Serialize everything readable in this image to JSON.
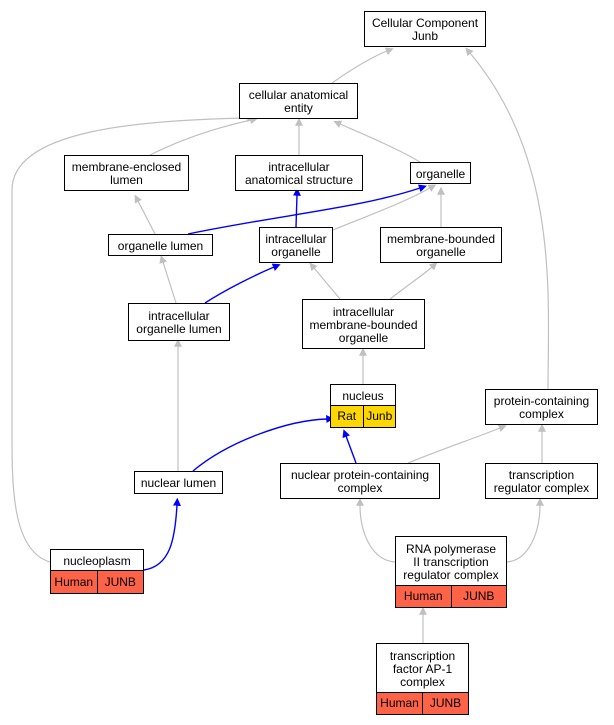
{
  "colors": {
    "edge_gray": "#c0c0c0",
    "edge_blue": "#0000ff",
    "rat_fill": "#ffd700",
    "human_fill": "#ff6347",
    "node_border": "#000000",
    "node_fill": "#ffffff"
  },
  "nodes": {
    "cc_junb": {
      "label": "Cellular Component\nJunb"
    },
    "cae": {
      "label": "cellular anatomical\nentity"
    },
    "mel": {
      "label": "membrane-enclosed\nlumen"
    },
    "ias": {
      "label": "intracellular\nanatomical structure"
    },
    "organelle": {
      "label": "organelle"
    },
    "org_lumen": {
      "label": "organelle lumen"
    },
    "ic_org": {
      "label": "intracellular\norganelle"
    },
    "mbo": {
      "label": "membrane-bounded\norganelle"
    },
    "ic_org_lumen": {
      "label": "intracellular\norganelle lumen"
    },
    "ic_mbo": {
      "label": "intracellular\nmembrane-bounded\norganelle"
    },
    "nucleus": {
      "label": "nucleus",
      "cells": [
        "Rat",
        "Junb"
      ]
    },
    "pcc": {
      "label": "protein-containing\ncomplex"
    },
    "nuc_lumen": {
      "label": "nuclear lumen"
    },
    "npcc": {
      "label": "nuclear protein-containing\ncomplex"
    },
    "trc": {
      "label": "transcription\nregulator complex"
    },
    "nucleoplasm": {
      "label": "nucleoplasm",
      "cells": [
        "Human",
        "JUNB"
      ]
    },
    "rnap": {
      "label": "RNA polymerase\nII transcription\nregulator complex",
      "cells": [
        "Human",
        "JUNB"
      ]
    },
    "tfap1": {
      "label": "transcription\nfactor AP-1\ncomplex",
      "cells": [
        "Human",
        "JUNB"
      ]
    }
  },
  "edges": [
    {
      "from": "cae",
      "to": "cc_junb",
      "style": "gray"
    },
    {
      "from": "pcc",
      "to": "cc_junb",
      "style": "gray"
    },
    {
      "from": "nucleoplasm",
      "to": "cae",
      "style": "gray"
    },
    {
      "from": "mel",
      "to": "cae",
      "style": "gray"
    },
    {
      "from": "ias",
      "to": "cae",
      "style": "gray"
    },
    {
      "from": "organelle",
      "to": "cae",
      "style": "gray"
    },
    {
      "from": "org_lumen",
      "to": "mel",
      "style": "gray"
    },
    {
      "from": "org_lumen",
      "to": "organelle",
      "style": "blue"
    },
    {
      "from": "ic_org",
      "to": "ias",
      "style": "blue"
    },
    {
      "from": "ic_org",
      "to": "organelle",
      "style": "gray"
    },
    {
      "from": "mbo",
      "to": "organelle",
      "style": "gray"
    },
    {
      "from": "ic_org_lumen",
      "to": "org_lumen",
      "style": "gray"
    },
    {
      "from": "ic_org_lumen",
      "to": "ic_org",
      "style": "blue"
    },
    {
      "from": "ic_mbo",
      "to": "ic_org",
      "style": "gray"
    },
    {
      "from": "ic_mbo",
      "to": "mbo",
      "style": "gray"
    },
    {
      "from": "nucleus",
      "to": "ic_mbo",
      "style": "gray"
    },
    {
      "from": "nuc_lumen",
      "to": "ic_org_lumen",
      "style": "gray"
    },
    {
      "from": "nuc_lumen",
      "to": "nucleus",
      "style": "blue"
    },
    {
      "from": "npcc",
      "to": "nucleus",
      "style": "blue"
    },
    {
      "from": "npcc",
      "to": "pcc",
      "style": "gray"
    },
    {
      "from": "trc",
      "to": "pcc",
      "style": "gray"
    },
    {
      "from": "nucleoplasm",
      "to": "nuc_lumen",
      "style": "blue"
    },
    {
      "from": "rnap",
      "to": "npcc",
      "style": "gray"
    },
    {
      "from": "rnap",
      "to": "trc",
      "style": "gray"
    },
    {
      "from": "tfap1",
      "to": "rnap",
      "style": "gray"
    }
  ]
}
